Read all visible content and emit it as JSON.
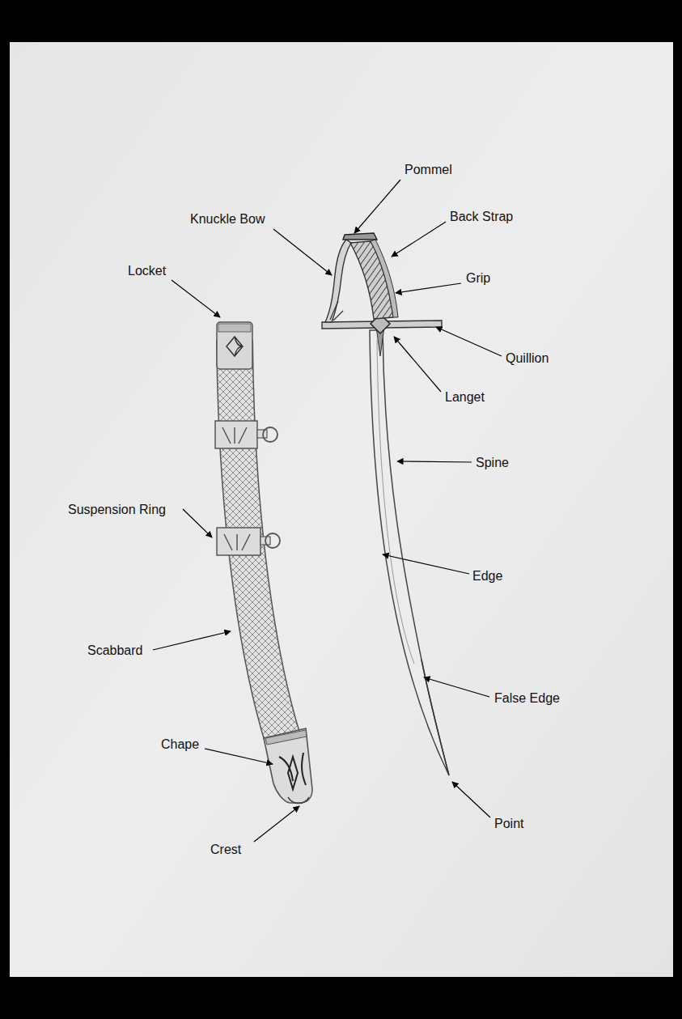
{
  "diagram": {
    "labels": [
      "Pommel",
      "Knuckle Bow",
      "Back Strap",
      "Locket",
      "Grip",
      "Quillion",
      "Langet",
      "Spine",
      "Suspension Ring",
      "Edge",
      "Scabbard",
      "False Edge",
      "Chape",
      "Point",
      "Crest"
    ]
  }
}
